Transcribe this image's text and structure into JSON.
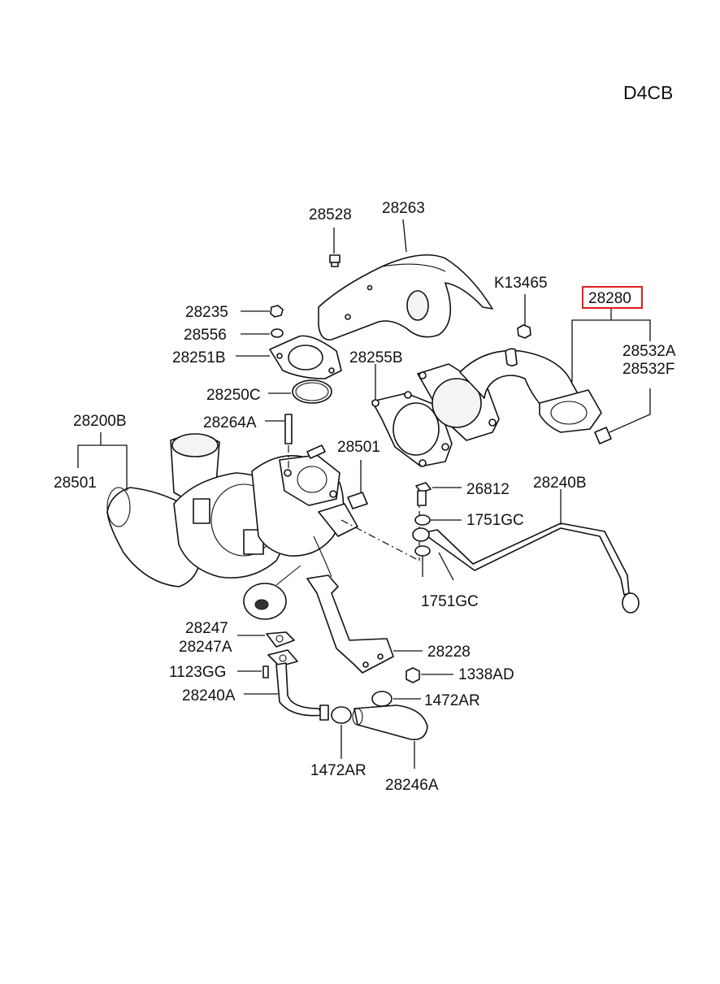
{
  "engine_code": "D4CB",
  "highlight_color": "#e01e1e",
  "labels": {
    "p28528": "28528",
    "p28263": "28263",
    "pK13465": "K13465",
    "p28280": "28280",
    "p28235": "28235",
    "p28556": "28556",
    "p28251B": "28251B",
    "p28255B": "28255B",
    "p28532A": "28532A",
    "p28532F": "28532F",
    "p28250C": "28250C",
    "p28200B": "28200B",
    "p28264A": "28264A",
    "p28501_right": "28501",
    "p28501_left": "28501",
    "p26812": "26812",
    "p28240B": "28240B",
    "p1751GC_top": "1751GC",
    "p1751GC_bottom": "1751GC",
    "p28247": "28247",
    "p28247A": "28247A",
    "p28228": "28228",
    "p1123GG": "1123GG",
    "p1338AD": "1338AD",
    "p28240A": "28240A",
    "p1472AR_right": "1472AR",
    "p1472AR_bottom": "1472AR",
    "p28246A": "28246A"
  }
}
